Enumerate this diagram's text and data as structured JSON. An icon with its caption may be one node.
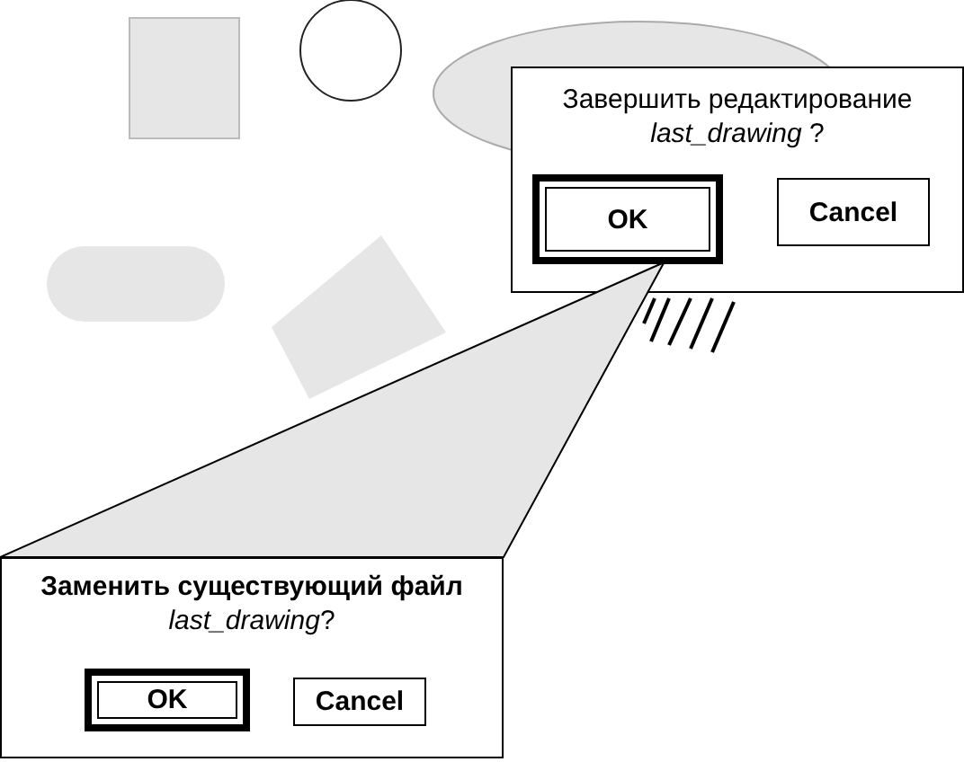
{
  "diagram": {
    "nodes": [
      {
        "text": [
          "Завершить редактирование *last_drawing* ?"
        ]
      },
      {
        "text": [
          "OK"
        ],
        "in": 0
      },
      {
        "text": [
          "Cancel"
        ],
        "in": 0
      },
      {
        "text": [
          "**Заменить существующий файл** *last_drawing*?"
        ]
      },
      {
        "text": [
          "OK"
        ],
        "in": 3
      },
      {
        "text": [
          "Cancel"
        ],
        "in": 3
      }
    ],
    "edges": [
      {
        "from": 1,
        "to": 3,
        "arrow": "none"
      }
    ]
  }
}
